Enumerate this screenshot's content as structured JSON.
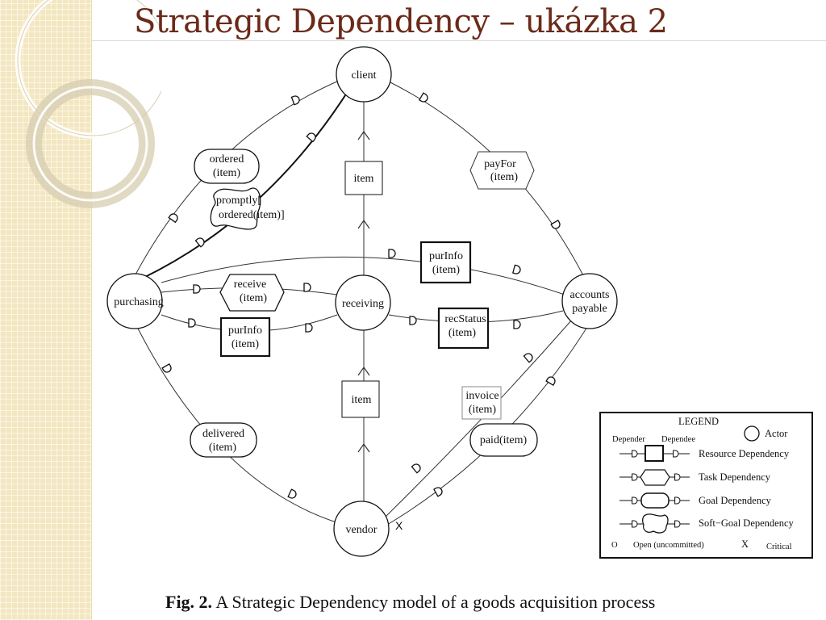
{
  "slide": {
    "title": "Strategic Dependency – ukázka 2"
  },
  "figure": {
    "caption_label": "Fig. 2.",
    "caption_text": "A Strategic Dependency model of a goods acquisition process",
    "dependency_marker": "D",
    "critical_marker": "X",
    "actors": {
      "client": "client",
      "purchasing": "purchasing",
      "receiving": "receiving",
      "accounts_l1": "accounts",
      "accounts_l2": "payable",
      "vendor": "vendor"
    },
    "dependums": {
      "ordered_l1": "ordered",
      "ordered_l2": "(item)",
      "promptly_l1": "promptly[",
      "promptly_l2": "ordered(item)]",
      "item_top": "item",
      "payfor_l1": "payFor",
      "payfor_l2": "(item)",
      "purinfo_top_l1": "purInfo",
      "purinfo_top_l2": "(item)",
      "receive_l1": "receive",
      "receive_l2": "(item)",
      "purinfo_low_l1": "purInfo",
      "purinfo_low_l2": "(item)",
      "recstatus_l1": "recStatus",
      "recstatus_l2": "(item)",
      "item_bottom": "item",
      "invoice_l1": "invoice",
      "invoice_l2": "(item)",
      "paid": "paid(item)",
      "delivered_l1": "delivered",
      "delivered_l2": "(item)"
    },
    "legend": {
      "title": "LEGEND",
      "actor": "Actor",
      "depender": "Depender",
      "dependee": "Dependee",
      "resource": "Resource Dependency",
      "task": "Task Dependency",
      "goal": "Goal Dependency",
      "softgoal": "Soft−Goal Dependency",
      "open_marker": "O",
      "open_label": "Open (uncommitted)",
      "critical_marker": "X",
      "critical_label": "Critical"
    }
  }
}
